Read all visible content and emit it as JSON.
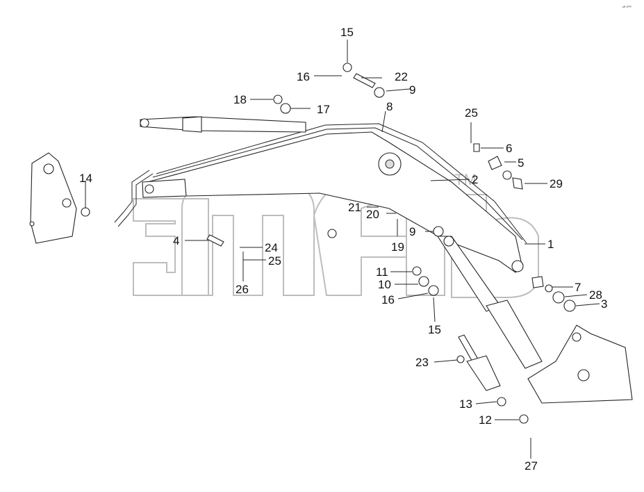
{
  "corner_mark": "ᵉᴿ ³⁰⁰⁰",
  "watermark": {
    "text": "эпаb",
    "tm": "TM"
  },
  "callouts": [
    "15",
    "16",
    "22",
    "9",
    "18",
    "17",
    "8",
    "25",
    "6",
    "5",
    "2",
    "29",
    "14",
    "21",
    "20",
    "9",
    "1",
    "4",
    "24",
    "25",
    "19",
    "26",
    "11",
    "10",
    "16",
    "7",
    "28",
    "3",
    "15",
    "23",
    "13",
    "12",
    "27"
  ]
}
